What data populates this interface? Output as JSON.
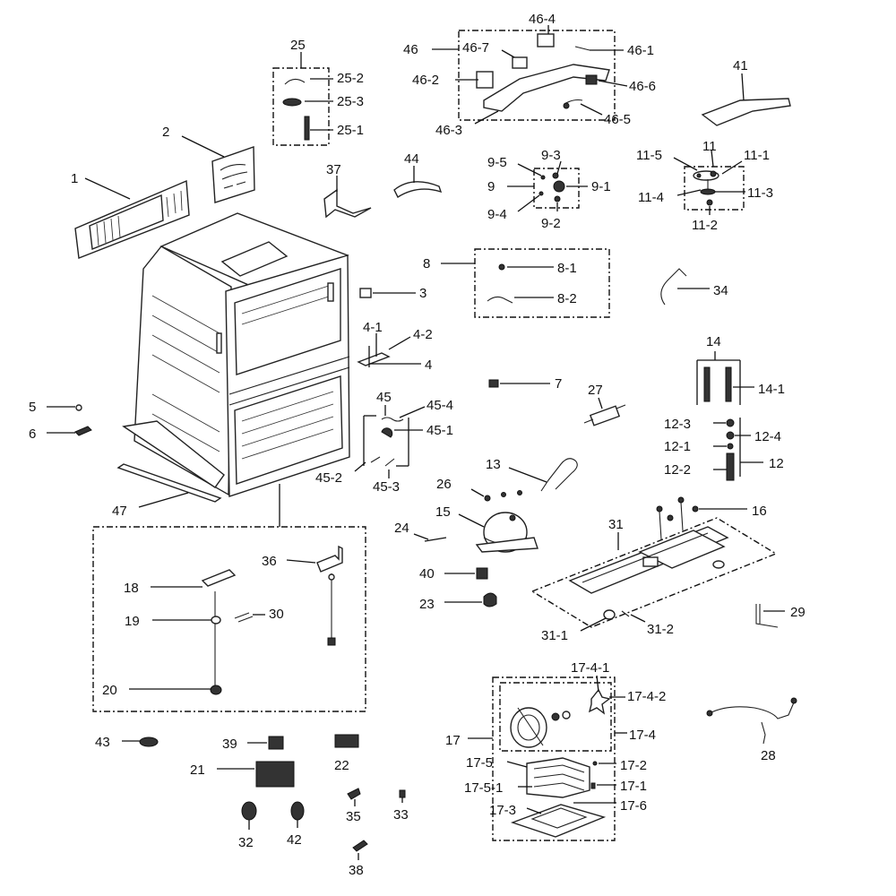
{
  "callouts": {
    "c1": "1",
    "c2": "2",
    "c3": "3",
    "c4": "4",
    "c4_1": "4-1",
    "c4_2": "4-2",
    "c5": "5",
    "c6": "6",
    "c7": "7",
    "c8": "8",
    "c8_1": "8-1",
    "c8_2": "8-2",
    "c9": "9",
    "c9_1": "9-1",
    "c9_2": "9-2",
    "c9_3": "9-3",
    "c9_4": "9-4",
    "c9_5": "9-5",
    "c11": "11",
    "c11_1": "11-1",
    "c11_2": "11-2",
    "c11_3": "11-3",
    "c11_4": "11-4",
    "c11_5": "11-5",
    "c12": "12",
    "c12_1": "12-1",
    "c12_2": "12-2",
    "c12_3": "12-3",
    "c12_4": "12-4",
    "c13": "13",
    "c14": "14",
    "c14_1": "14-1",
    "c15": "15",
    "c16": "16",
    "c17": "17",
    "c17_1": "17-1",
    "c17_2": "17-2",
    "c17_3": "17-3",
    "c17_4": "17-4",
    "c17_4_1": "17-4-1",
    "c17_4_2": "17-4-2",
    "c17_5": "17-5",
    "c17_5_1": "17-5-1",
    "c17_6": "17-6",
    "c18": "18",
    "c19": "19",
    "c20": "20",
    "c21": "21",
    "c22": "22",
    "c23": "23",
    "c24": "24",
    "c25": "25",
    "c25_1": "25-1",
    "c25_2": "25-2",
    "c25_3": "25-3",
    "c26": "26",
    "c27": "27",
    "c28": "28",
    "c29": "29",
    "c30": "30",
    "c31": "31",
    "c31_1": "31-1",
    "c31_2": "31-2",
    "c32": "32",
    "c33": "33",
    "c34": "34",
    "c35": "35",
    "c36": "36",
    "c37": "37",
    "c38": "38",
    "c39": "39",
    "c40": "40",
    "c41": "41",
    "c42": "42",
    "c43": "43",
    "c44": "44",
    "c45": "45",
    "c45_1": "45-1",
    "c45_2": "45-2",
    "c45_3": "45-3",
    "c45_4": "45-4",
    "c46": "46",
    "c46_1": "46-1",
    "c46_2": "46-2",
    "c46_3": "46-3",
    "c46_4": "46-4",
    "c46_5": "46-5",
    "c46_6": "46-6",
    "c46_7": "46-7",
    "c47": "47"
  }
}
